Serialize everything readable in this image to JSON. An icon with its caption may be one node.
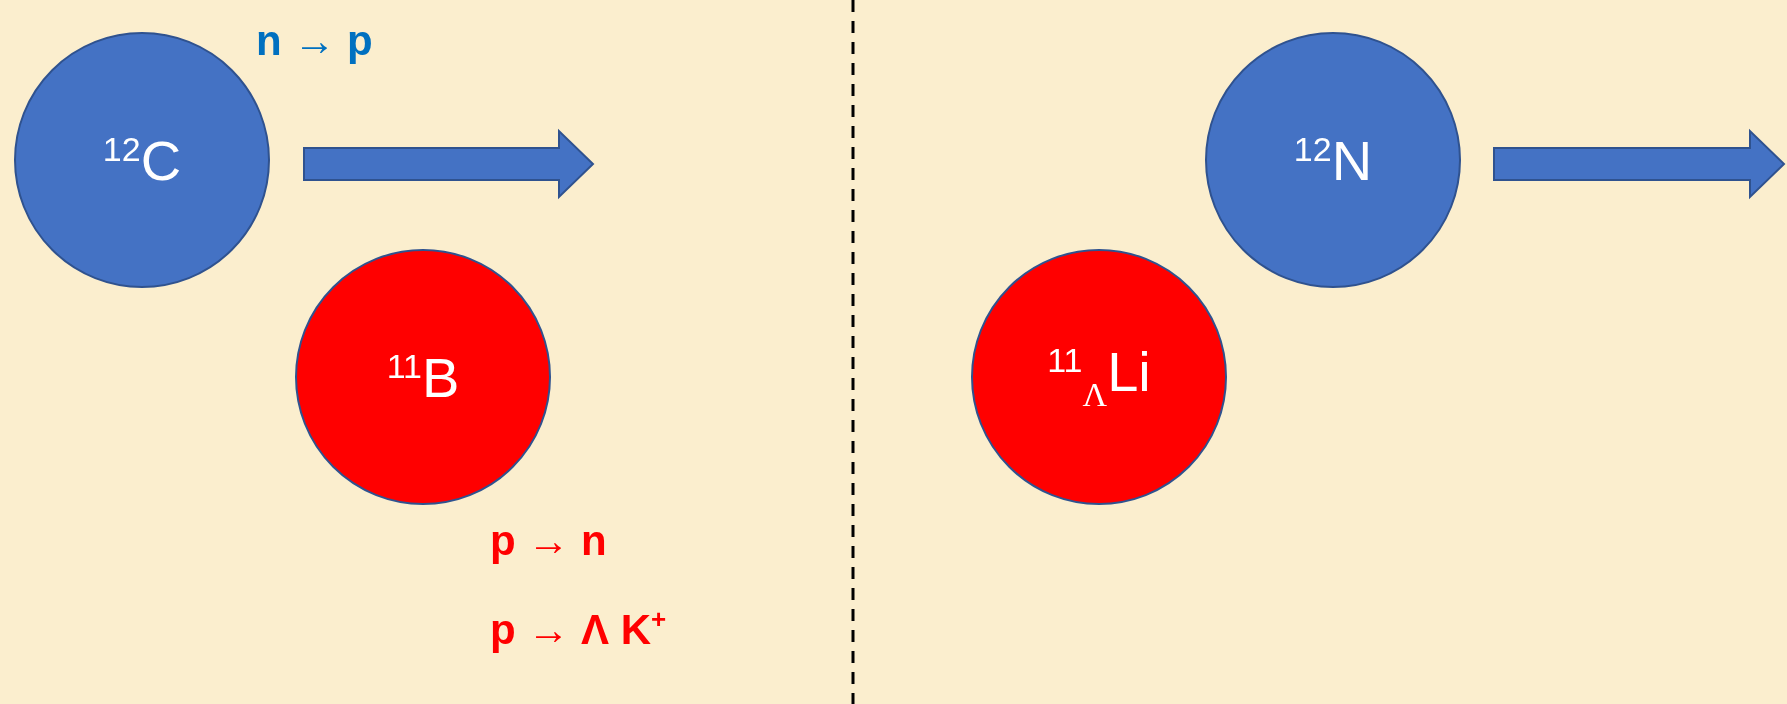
{
  "diagram": {
    "nodes": [
      {
        "text": [
          "$^{12}$C"
        ]
      },
      {
        "text": [
          "$^{11}$B"
        ]
      },
      {
        "text": [
          "$^{12}$N"
        ]
      },
      {
        "text": [
          "$^{11}$$_{Λ}$Li"
        ]
      }
    ],
    "labels": [
      "n → p",
      "p → n",
      "p → Λ K$^{+}$"
    ]
  }
}
